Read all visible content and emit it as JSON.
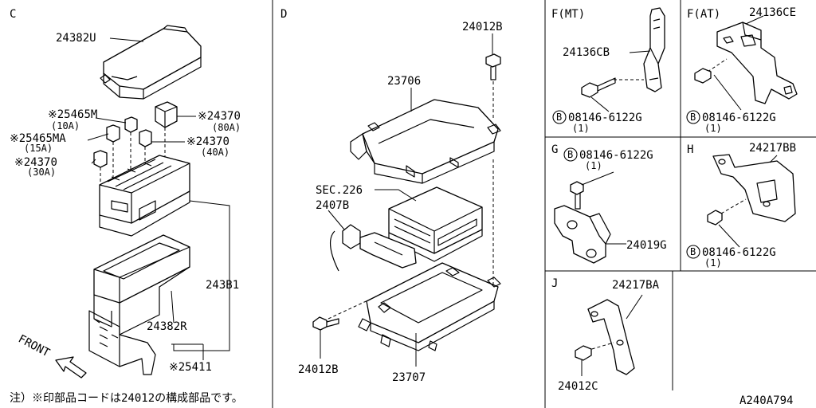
{
  "sections": {
    "c": "C",
    "d": "D",
    "f_mt": "F(MT)",
    "f_at": "F(AT)",
    "g": "G",
    "h": "H",
    "j": "J"
  },
  "labels": {
    "c_24382u": "24382U",
    "c_25465m": "※25465M",
    "c_10a": "(10A)",
    "c_25465ma": "※25465MA",
    "c_15a": "(15A)",
    "c_24370_30": "※24370",
    "c_30a": "(30A)",
    "c_24370_80": "※24370",
    "c_80a": "(80A)",
    "c_24370_40": "※24370",
    "c_40a": "(40A)",
    "c_24381": "243B1",
    "c_24382r": "24382R",
    "c_25411": "※25411",
    "c_front": "FRONT",
    "d_24012b_top": "24012B",
    "d_23706": "23706",
    "d_sec226": "SEC.226",
    "d_24078": "2407B",
    "d_24012b_bottom": "24012B",
    "d_23707": "23707",
    "fmt_24136cb": "24136CB",
    "fmt_bolt": "08146-6122G",
    "fmt_qty": "(1)",
    "fat_24136ce": "24136CE",
    "fat_bolt": "08146-6122G",
    "fat_qty": "(1)",
    "g_bolt": "08146-6122G",
    "g_qty": "(1)",
    "g_24019g": "24019G",
    "h_24217bb": "24217BB",
    "h_bolt": "08146-6122G",
    "h_qty": "(1)",
    "j_24217ba": "24217BA",
    "j_24012c": "24012C",
    "b_mark": "B"
  },
  "footnote": "注）※印部品コードは24012の構成部品です。",
  "figure_code": "A240A794"
}
